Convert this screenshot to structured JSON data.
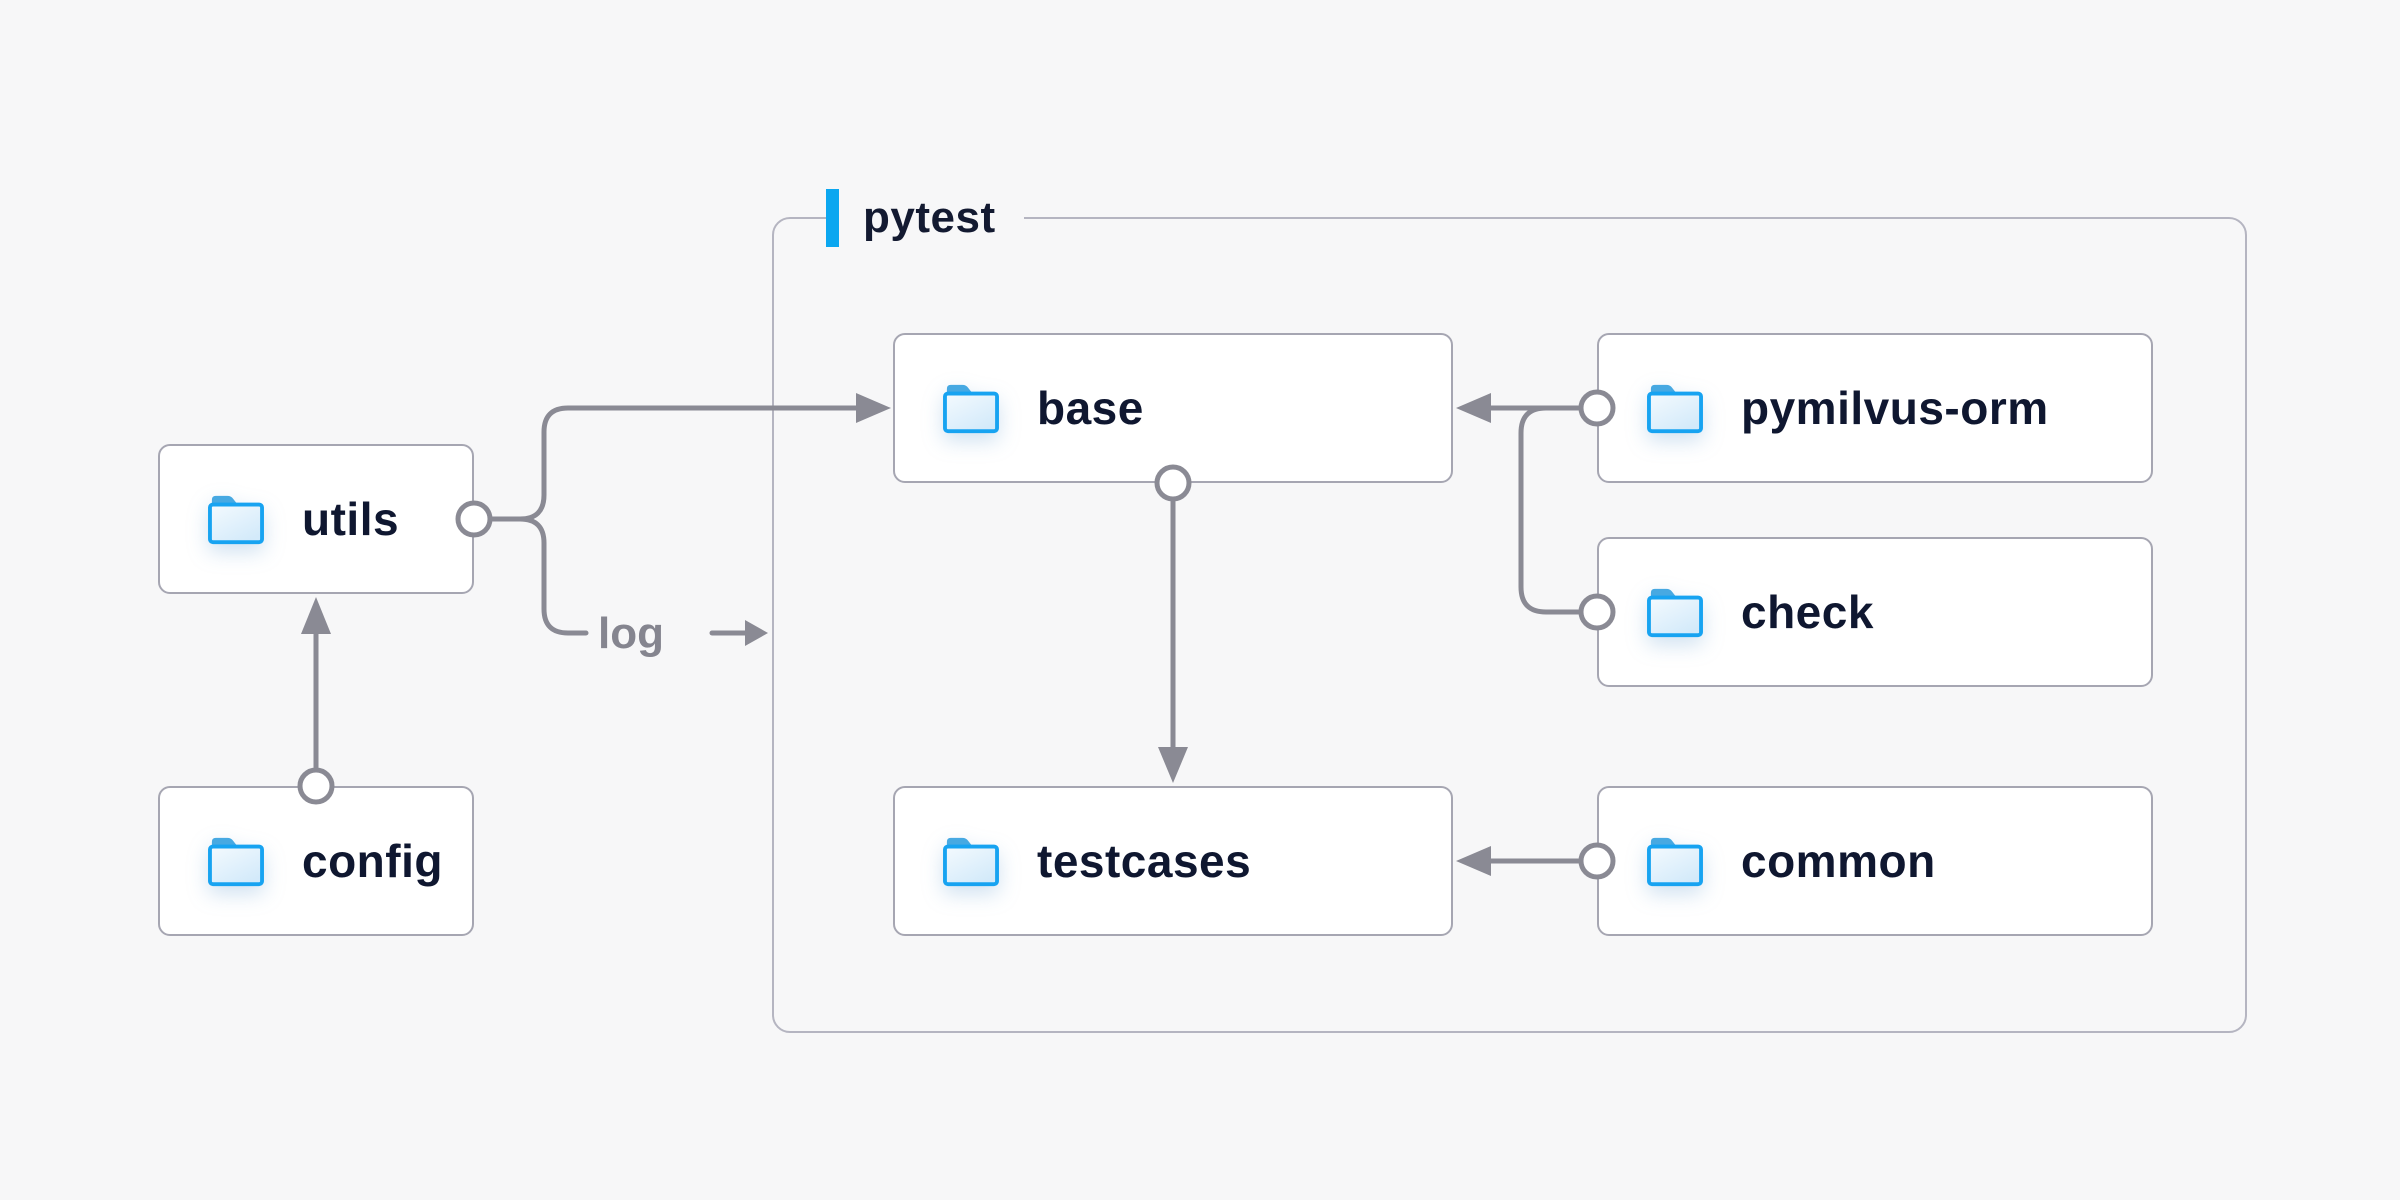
{
  "container": {
    "label": "pytest"
  },
  "nodes": {
    "utils": {
      "label": "utils",
      "icon": "folder-icon"
    },
    "config": {
      "label": "config",
      "icon": "folder-icon"
    },
    "base": {
      "label": "base",
      "icon": "folder-icon"
    },
    "pymilvus-orm": {
      "label": "pymilvus-orm",
      "icon": "folder-icon"
    },
    "check": {
      "label": "check",
      "icon": "folder-icon"
    },
    "testcases": {
      "label": "testcases",
      "icon": "folder-icon"
    },
    "common": {
      "label": "common",
      "icon": "folder-icon"
    }
  },
  "edges": [
    {
      "from": "config",
      "to": "utils",
      "label": ""
    },
    {
      "from": "utils",
      "to": "base",
      "label": ""
    },
    {
      "from": "utils",
      "to": "pytest-container",
      "label": "log"
    },
    {
      "from": "pymilvus-orm",
      "to": "base",
      "label": ""
    },
    {
      "from": "check",
      "to": "base",
      "label": ""
    },
    {
      "from": "base",
      "to": "testcases",
      "label": ""
    },
    {
      "from": "common",
      "to": "testcases",
      "label": ""
    }
  ],
  "colors": {
    "background": "#f7f7f8",
    "node_fill": "#ffffff",
    "node_border": "#a6a6b2",
    "container_border": "#b5b5c1",
    "node_text": "#0f1730",
    "muted_text": "#85858f",
    "line": "#8a8a94",
    "accent": "#0ba7f0",
    "folder_outline": "#17a3f1",
    "folder_tab": "#47a9e2"
  }
}
